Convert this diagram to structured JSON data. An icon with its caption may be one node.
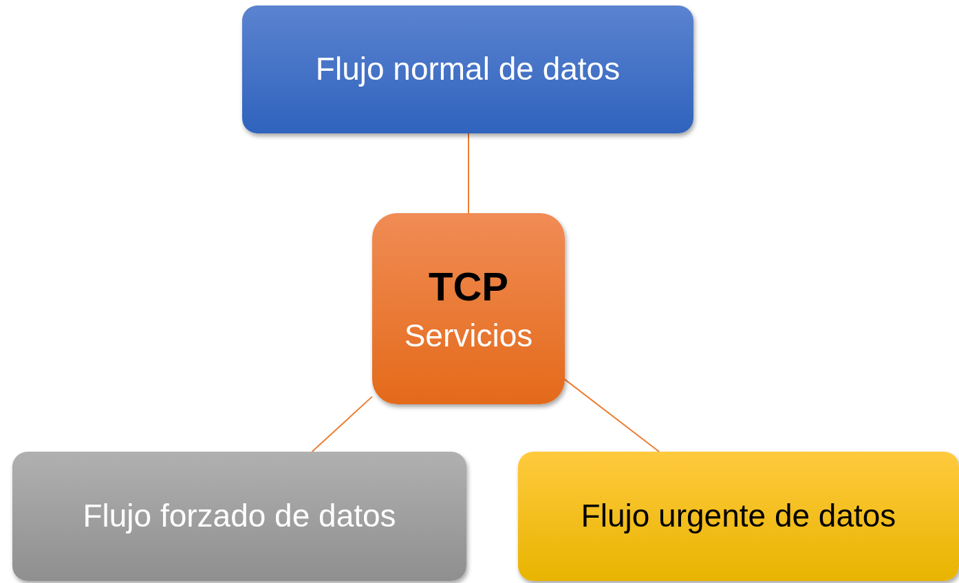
{
  "diagram": {
    "nodes": [
      {
        "text": [
          "Flujo normal de datos"
        ]
      },
      {
        "text": [
          "TCP",
          "Servicios"
        ]
      },
      {
        "text": [
          "Flujo forzado de datos"
        ]
      },
      {
        "text": [
          "Flujo urgente de datos"
        ]
      }
    ],
    "edges": [
      {
        "from": 1,
        "to": 0,
        "arrow": "none"
      },
      {
        "from": 1,
        "to": 2,
        "arrow": "none"
      },
      {
        "from": 1,
        "to": 3,
        "arrow": "none"
      }
    ]
  }
}
